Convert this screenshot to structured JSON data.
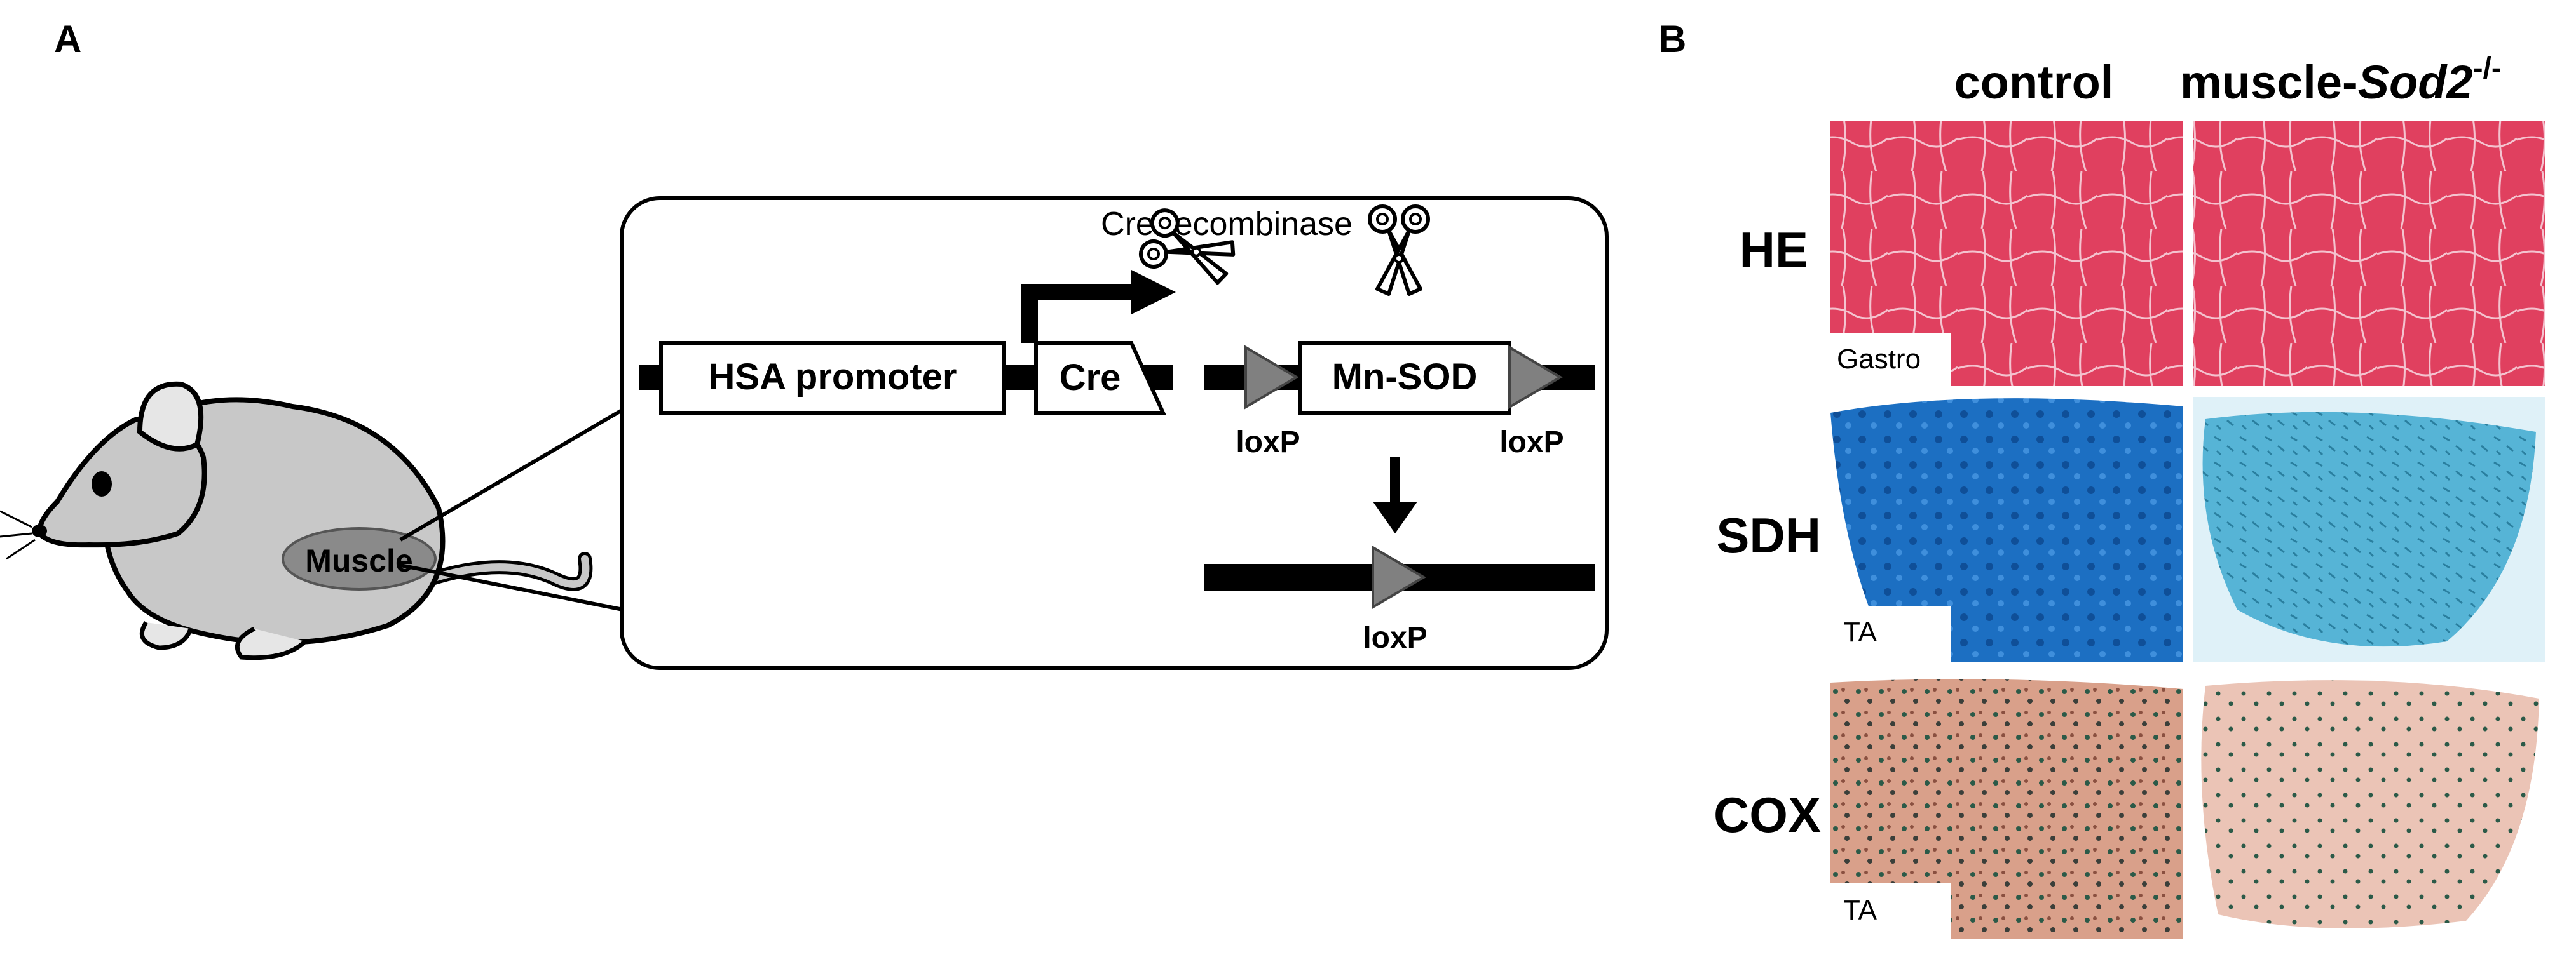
{
  "panel_a": {
    "letter": "A",
    "muscle_label": "Muscle",
    "cre_recombinase_label": "Cre recombinase",
    "hsa_promoter_label": "HSA promoter",
    "cre_label": "Cre",
    "mnsod_label": "Mn-SOD",
    "loxp_left": "loxP",
    "loxp_right": "loxP",
    "loxp_bottom": "loxP"
  },
  "panel_b": {
    "letter": "B",
    "col_control": "control",
    "col_mutant_prefix": "muscle-",
    "col_mutant_gene": "Sod2",
    "col_mutant_sup": "-/-",
    "rows": [
      {
        "stain": "HE",
        "tissue": "Gastro"
      },
      {
        "stain": "SDH",
        "tissue": "TA"
      },
      {
        "stain": "COX",
        "tissue": "TA"
      }
    ]
  },
  "colors": {
    "he_stain": "#e0405f",
    "sdh_control": "#1c6fc2",
    "sdh_mutant": "#56b4d6",
    "cox_bg": "#d9a08a",
    "cox_mutant_bg": "#ebc4b6",
    "rat_fill": "#c8c8c8",
    "muscle_patch": "#8a8a8a"
  }
}
